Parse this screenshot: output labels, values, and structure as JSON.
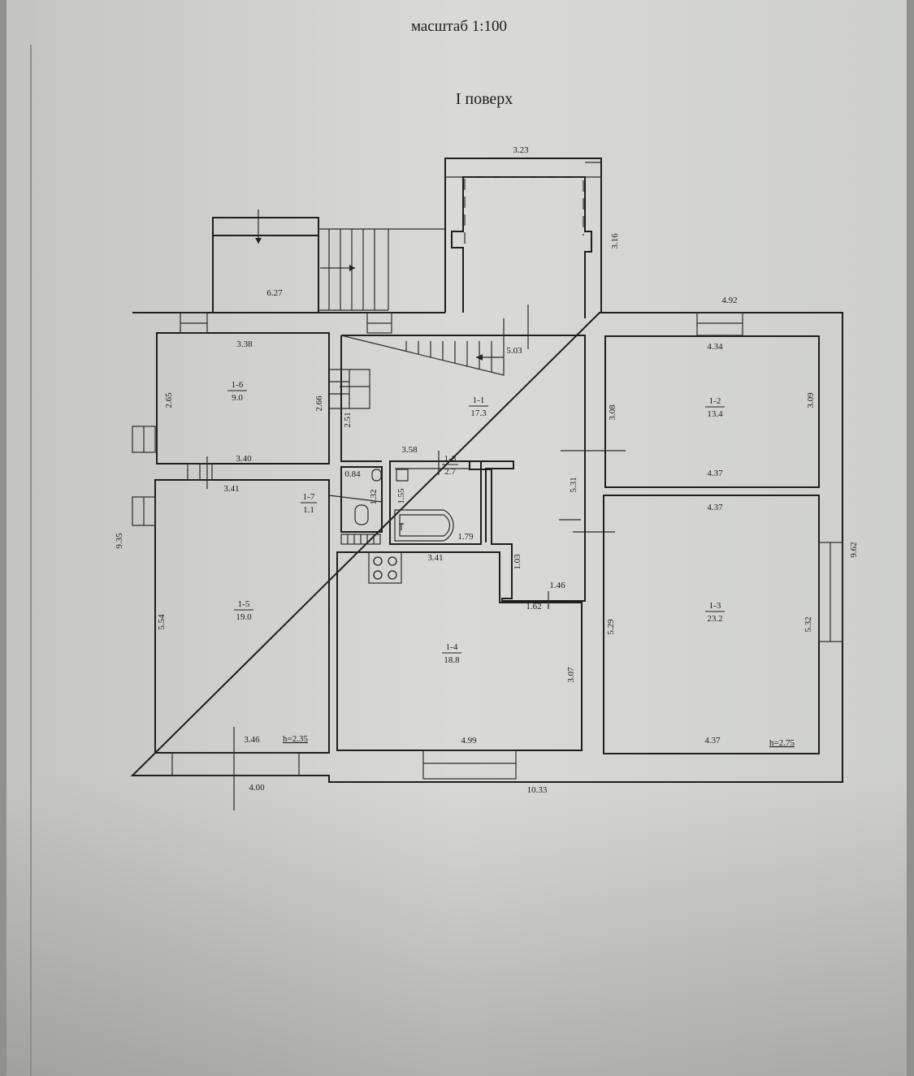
{
  "sheet": {
    "scale": "масштаб 1:100",
    "floor": "I поверх"
  },
  "rooms": [
    {
      "id": "1-1",
      "number": "1-1",
      "area": "17.3"
    },
    {
      "id": "1-2",
      "number": "1-2",
      "area": "13.4"
    },
    {
      "id": "1-3",
      "number": "1-3",
      "area": "23.2"
    },
    {
      "id": "1-4",
      "number": "1-4",
      "area": "18.8"
    },
    {
      "id": "1-5",
      "number": "1-5",
      "area": "19.0"
    },
    {
      "id": "1-6",
      "number": "1-6",
      "area": "9.0"
    },
    {
      "id": "1-7",
      "number": "1-7",
      "area": "1.1"
    },
    {
      "id": "1-8",
      "number": "1-8",
      "area": "2.7"
    }
  ],
  "heights": [
    "h=2.35",
    "h=2.75"
  ],
  "dimensions": {
    "top_annex": "3.23",
    "annex_side": "3.16",
    "porch": "6.27",
    "stair": "5.03",
    "right_wing_top": "4.92",
    "r16_top": "3.38",
    "r16_left": "2.65",
    "r16_right": "2.66",
    "r16_bottom": "3.40",
    "hall_left": "2.51",
    "r15_top": "3.41",
    "r15_left": "5.54",
    "r15_bottom": "3.46",
    "outer_left": "9.35",
    "outer_bottom_left": "4.00",
    "outer_bottom": "10.33",
    "outer_right": "9.62",
    "r12_top": "4.34",
    "r12_left": "3.08",
    "r12_right": "3.09",
    "r12_bottom": "4.37",
    "r13_top": "4.37",
    "r13_left": "5.29",
    "r13_right": "5.32",
    "r13_bottom": "4.37",
    "hall_right": "5.31",
    "bath_top": "3.58",
    "wc_width": "0.84",
    "wc_height": "1.32",
    "bath_height": "1.55",
    "bath_width": "1.79",
    "kitchen_top": "3.41",
    "kitchen_bottom": "4.99",
    "kitchen_right": "3.07",
    "niche_height": "1.03",
    "niche_width": "1.46",
    "kitchen_step": "1.62"
  }
}
